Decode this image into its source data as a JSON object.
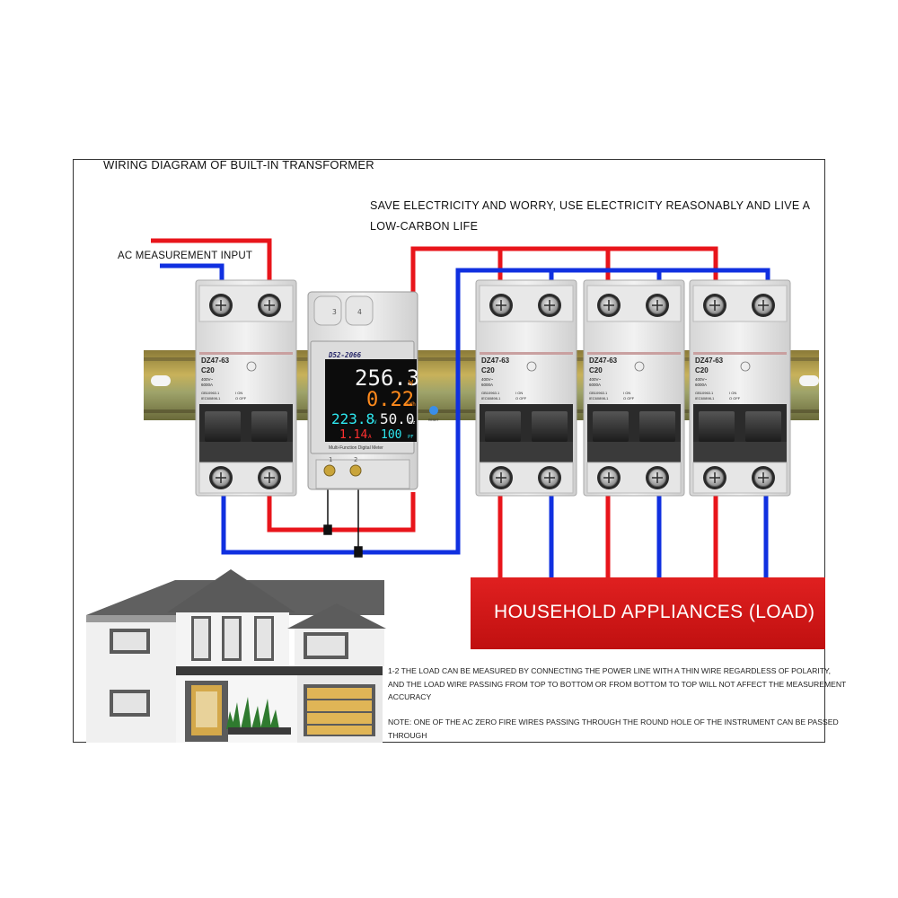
{
  "title": "WIRING DIAGRAM OF BUILT-IN TRANSFORMER",
  "slogan": {
    "line1": "SAVE ELECTRICITY AND WORRY, USE ELECTRICITY REASONABLY AND LIVE A",
    "line2": "LOW-CARBON LIFE"
  },
  "ac_input_label": "AC MEASUREMENT INPUT",
  "load_label": "HOUSEHOLD APPLIANCES (LOAD)",
  "notes": {
    "note1": "1-2 THE LOAD CAN BE MEASURED BY CONNECTING THE POWER LINE WITH A THIN WIRE REGARDLESS OF POLARITY, AND THE LOAD WIRE PASSING FROM TOP TO BOTTOM OR FROM BOTTOM TO TOP WILL NOT AFFECT THE MEASUREMENT ACCURACY",
    "note2": "NOTE: ONE OF THE AC ZERO FIRE WIRES PASSING THROUGH THE ROUND HOLE OF THE INSTRUMENT CAN BE PASSED THROUGH"
  },
  "breaker": {
    "model": "DZ47-63",
    "rating": "C20",
    "voltage": "400V~",
    "capacity": "6000A",
    "std1": "GB10963.1",
    "std2": "IEC60898-1",
    "on": "I ON",
    "off": "O OFF"
  },
  "meter": {
    "model": "D52-2066",
    "power": "256.3",
    "power_unit": "W",
    "energy": "0.22",
    "energy_unit": "kWh",
    "voltage": "223.8",
    "voltage_unit": "V",
    "frequency": "50.0",
    "frequency_unit": "Hz",
    "current": "1.14",
    "current_unit": "A",
    "power_factor": "100",
    "power_factor_unit": "PF",
    "caption": "Multi-Function Digital Meter",
    "reset": "RESET",
    "terminal_top_left": "3",
    "terminal_top_right": "4",
    "terminal_bottom_left": "1",
    "terminal_bottom_right": "2"
  },
  "colors": {
    "live": "#e8151b",
    "neutral": "#1030e0",
    "display_orange": "#ff8a1c",
    "display_red": "#ff3030",
    "display_cyan": "#2ee8f0",
    "display_white": "#f4f4f4",
    "load_box": "#d01818"
  }
}
